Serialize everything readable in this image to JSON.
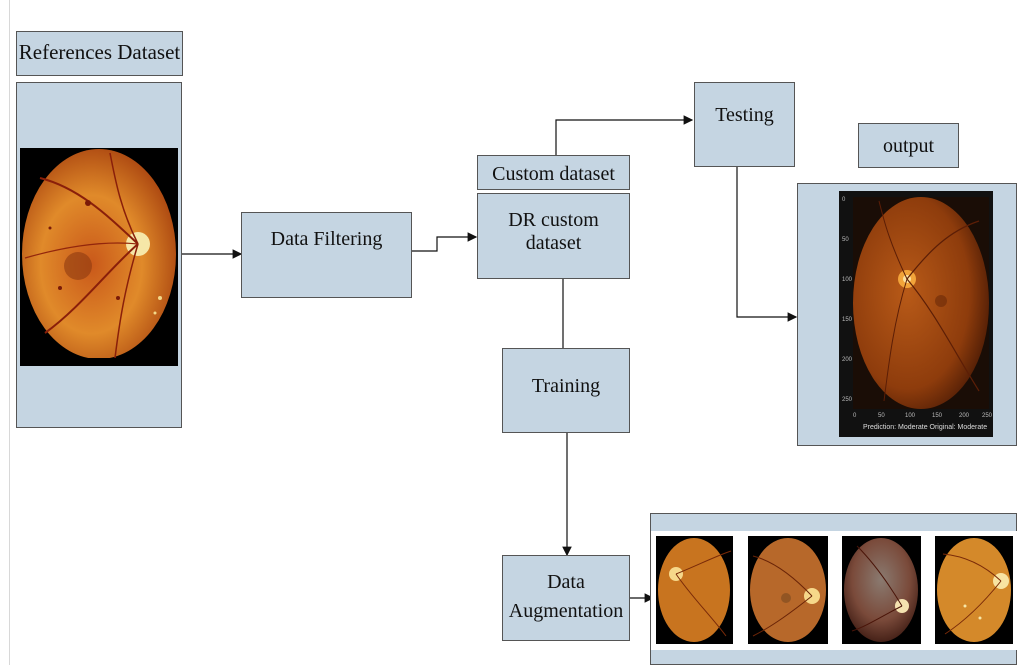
{
  "nodes": {
    "references_dataset": "References Dataset",
    "data_filtering": "Data Filtering",
    "custom_dataset": "Custom dataset",
    "dr_custom_dataset": "DR custom dataset",
    "testing": "Testing",
    "output": "output",
    "training": "Training",
    "data_augmentation_line1": "Data",
    "data_augmentation_line2": "Augmentation"
  },
  "output_plot": {
    "y_ticks": [
      "0",
      "50",
      "100",
      "150",
      "200",
      "250"
    ],
    "x_ticks": [
      "0",
      "50",
      "100",
      "150",
      "200",
      "250"
    ],
    "caption": "Prediction: Moderate   Original: Moderate"
  },
  "images": {
    "reference_fundus": "retina-fundus-image",
    "augmented_samples": [
      "retina-fundus-image",
      "retina-fundus-image",
      "retina-fundus-image",
      "retina-fundus-image"
    ]
  },
  "colors": {
    "box_fill": "#c5d5e2",
    "border": "#555555",
    "fundus_orange": "#d9731f",
    "fundus_dark": "#9a3a0c",
    "optic_disc": "#f6e7a8"
  }
}
